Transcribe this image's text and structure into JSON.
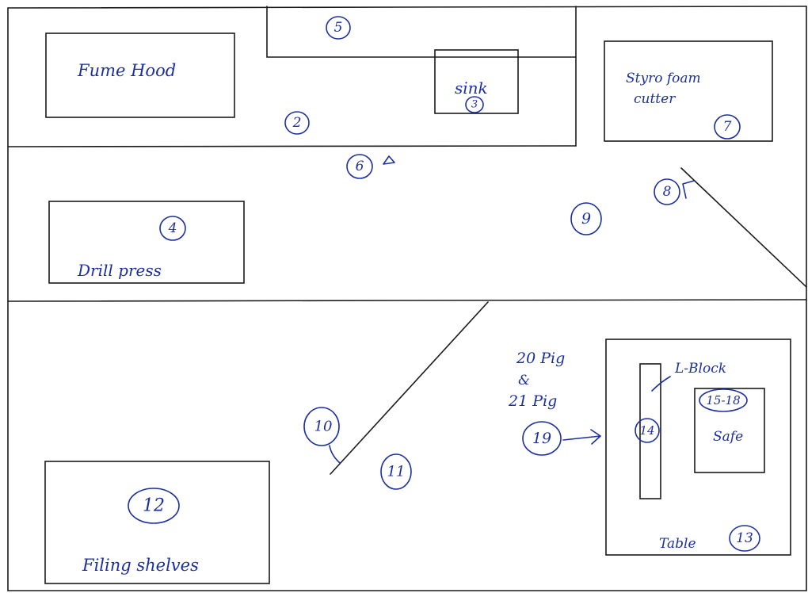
{
  "labels": {
    "fume_hood": "Fume Hood",
    "sink": "sink",
    "styrofoam_cutter_1": "Styro foam",
    "styrofoam_cutter_2": "cutter",
    "drill_press": "Drill press",
    "filing_shelves": "Filing shelves",
    "table": "Table",
    "safe": "Safe",
    "l_block": "L-Block",
    "pigs_1": "20 Pig",
    "pigs_2": "&",
    "pigs_3": "21 Pig"
  },
  "markers": {
    "m2": "2",
    "m3": "3",
    "m4": "4",
    "m5": "5",
    "m6": "6",
    "m7": "7",
    "m8": "8",
    "m9": "9",
    "m10": "10",
    "m11": "11",
    "m12": "12",
    "m13": "13",
    "m14": "14",
    "m15_18": "15-18",
    "m19": "19"
  }
}
